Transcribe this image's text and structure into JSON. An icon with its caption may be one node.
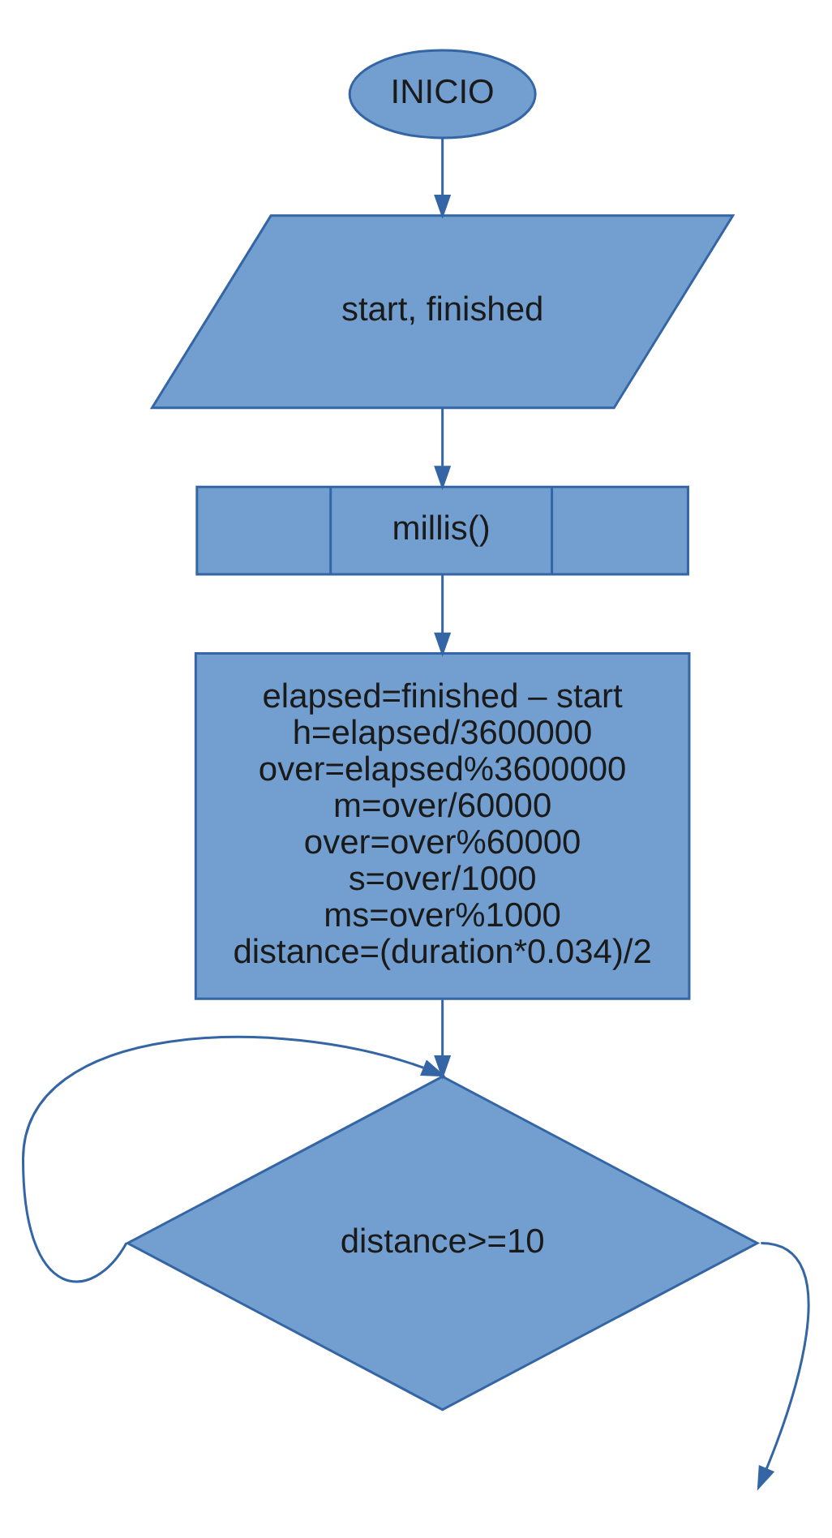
{
  "diagram": {
    "nodes": [
      {
        "text": [
          "INICIO"
        ]
      },
      {
        "text": [
          "start, finished"
        ]
      },
      {
        "text": [
          "millis()"
        ]
      },
      {
        "text": [
          "elapsed=finished – start",
          "h=elapsed/3600000",
          "over=elapsed%3600000",
          "m=over/60000",
          "over=over%60000",
          "s=over/1000",
          "ms=over%1000",
          "distance=(duration*0.034)/2"
        ]
      },
      {
        "text": [
          "distance>=10"
        ]
      }
    ],
    "edges": [
      {
        "from": 0,
        "to": 1,
        "arrow": "to"
      },
      {
        "from": 1,
        "to": 2,
        "arrow": "to"
      },
      {
        "from": 2,
        "to": 3,
        "arrow": "to"
      },
      {
        "from": 3,
        "to": 4,
        "arrow": "to"
      },
      {
        "from": 4,
        "to": 4,
        "arrow": "to"
      },
      {
        "from": 4,
        "to": null,
        "arrow": "to"
      }
    ]
  }
}
